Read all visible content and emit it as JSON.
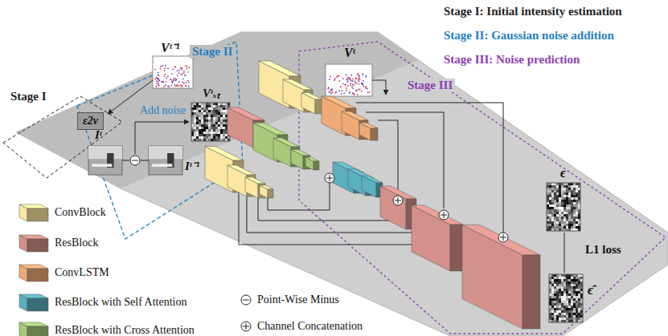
{
  "diagram": {
    "nodes": [
      {
        "text": [
          "Stage I"
        ]
      },
      {
        "text": [
          "ε2v"
        ],
        "in": 0
      },
      {
        "text": [
          "Stage II"
        ]
      },
      {
        "text": [
          "Stage III"
        ]
      }
    ],
    "labels": [
      "Stage I: Initial intensity estimation",
      "Stage II: Gaussian noise addition",
      "Stage III: Noise prediction",
      "Vᵗ⁻¹",
      "Add noise",
      "Iᵗ⁻¹",
      "Vᵗₓₜ",
      "Iᵗ",
      "Vᵗ",
      "ϵ",
      "L1 loss",
      "ϵ̂"
    ],
    "legend": [
      {
        "text": "ConvBlock",
        "color": "#fbe6a2"
      },
      {
        "text": "ResBlock",
        "color": "#d4918a"
      },
      {
        "text": "ConvLSTM",
        "color": "#eeaa77"
      },
      {
        "text": "ResBlock with Self Attention",
        "color": "#5bb0c0"
      },
      {
        "text": "ResBlock with Cross Attention",
        "color": "#a8c87a"
      },
      {
        "text": "Point-Wise Minus"
      },
      {
        "text": "Channel Concatenation"
      }
    ]
  }
}
